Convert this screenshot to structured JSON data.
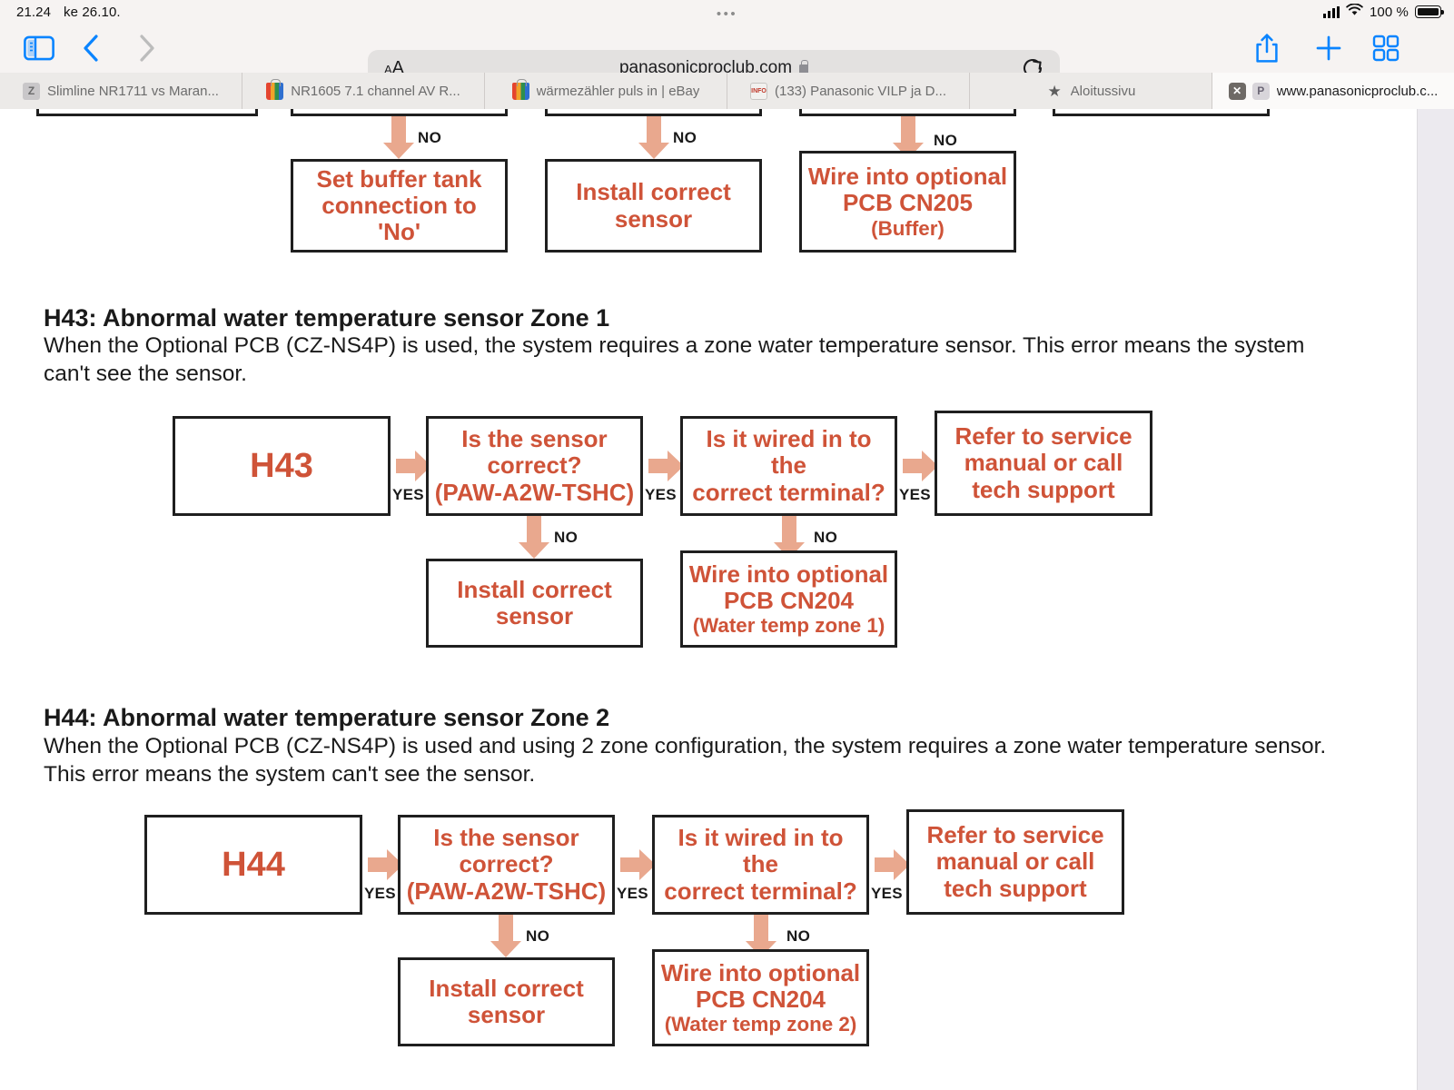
{
  "status_bar": {
    "time": "21.24",
    "date": "ke 26.10.",
    "battery_percent": "100 %",
    "signal_icon": "cellular-signal-icon",
    "wifi_icon": "wifi-icon",
    "battery_icon": "battery-full-icon"
  },
  "toolbar": {
    "sidebar_icon": "sidebar-toggle-icon",
    "back_icon": "chevron-left-icon",
    "forward_icon": "chevron-right-icon",
    "share_icon": "share-icon",
    "new_tab_icon": "plus-icon",
    "tab_overview_icon": "tab-overview-icon",
    "aa_small": "A",
    "aa_large": "A",
    "reload_icon": "reload-icon",
    "lock_icon": "lock-icon"
  },
  "address_bar": {
    "url": "panasonicproclub.com",
    "secure": true
  },
  "tabs": [
    {
      "label": "Slimline NR1711 vs Maran...",
      "favicon": "zoom-favicon",
      "active": false
    },
    {
      "label": "NR1605 7.1 channel AV R...",
      "favicon": "shopping-bag-favicon",
      "active": false
    },
    {
      "label": "wärmezähler puls in | eBay",
      "favicon": "shopping-bag-favicon",
      "active": false
    },
    {
      "label": "(133) Panasonic VILP ja D...",
      "favicon": "info-favicon",
      "active": false
    },
    {
      "label": "Aloitussivu",
      "favicon": "star-favicon",
      "active": false
    },
    {
      "label": "www.panasonicproclub.c...",
      "favicon": "x-favicon",
      "favicon2": "p-favicon",
      "active": true
    }
  ],
  "colors": {
    "flow_text": "#cf5338",
    "arrow": "#e9a88e",
    "box_border": "#1f1f1f",
    "accent_blue": "#0a84ff"
  },
  "document": {
    "top_flow_fragment": {
      "cut_boxes_count": 5,
      "edge_labels": [
        "NO",
        "NO",
        "NO"
      ],
      "boxes": [
        {
          "lines": [
            "Set buffer tank",
            "connection to 'No'"
          ]
        },
        {
          "lines": [
            "Install correct",
            "sensor"
          ]
        },
        {
          "lines": [
            "Wire into optional",
            "PCB CN205"
          ],
          "small_lines": [
            "(Buffer)"
          ]
        }
      ]
    },
    "sections": [
      {
        "heading": "H43: Abnormal water temperature sensor Zone 1",
        "body": "When the Optional PCB (CZ-NS4P) is used, the system requires a zone water temperature sensor.  This error means the system can't see the sensor.",
        "flow": {
          "start": "H43",
          "decision1": {
            "lines": [
              "Is the sensor",
              "correct?",
              "(PAW-A2W-TSHC)"
            ]
          },
          "decision2": {
            "lines": [
              "Is it wired in to the",
              "correct terminal?"
            ]
          },
          "terminal": {
            "lines": [
              "Refer to service",
              "manual or call",
              "tech support"
            ]
          },
          "no1": {
            "lines": [
              "Install correct",
              "sensor"
            ]
          },
          "no2": {
            "lines": [
              "Wire into optional",
              "PCB CN204"
            ],
            "small_lines": [
              "(Water temp zone 1)"
            ]
          },
          "yes_labels": [
            "YES",
            "YES",
            "YES"
          ],
          "no_labels": [
            "NO",
            "NO"
          ]
        }
      },
      {
        "heading": "H44: Abnormal water temperature sensor Zone 2",
        "body": "When the Optional PCB (CZ-NS4P) is used and using 2 zone configuration, the system requires a zone water temperature sensor. This error means the system can't see the sensor.",
        "flow": {
          "start": "H44",
          "decision1": {
            "lines": [
              "Is the sensor",
              "correct?",
              "(PAW-A2W-TSHC)"
            ]
          },
          "decision2": {
            "lines": [
              "Is it wired in to the",
              "correct terminal?"
            ]
          },
          "terminal": {
            "lines": [
              "Refer to service",
              "manual or call",
              "tech support"
            ]
          },
          "no1": {
            "lines": [
              "Install correct",
              "sensor"
            ]
          },
          "no2": {
            "lines": [
              "Wire into optional",
              "PCB CN204"
            ],
            "small_lines": [
              "(Water temp zone 2)"
            ]
          },
          "yes_labels": [
            "YES",
            "YES",
            "YES"
          ],
          "no_labels": [
            "NO",
            "NO"
          ]
        }
      }
    ]
  }
}
